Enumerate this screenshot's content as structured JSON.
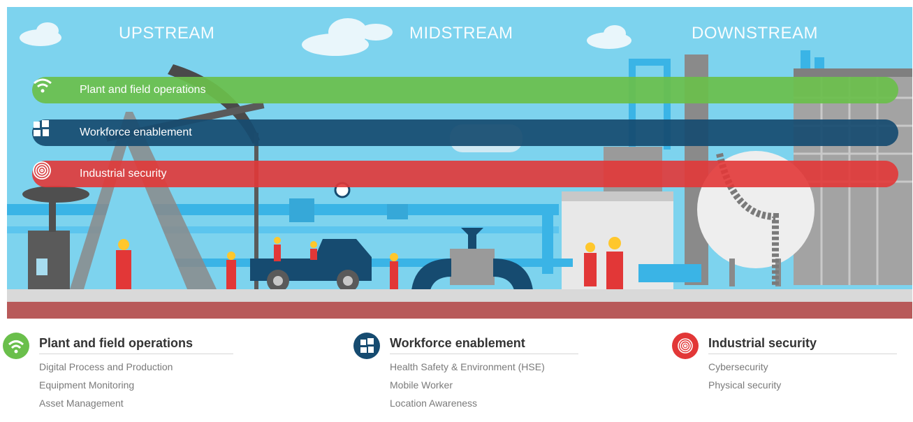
{
  "streams": [
    "UPSTREAM",
    "MIDSTREAM",
    "DOWNSTREAM"
  ],
  "bands": [
    {
      "label": "Plant and field operations",
      "icon": "wifi-icon",
      "color": "#6abf4b"
    },
    {
      "label": "Workforce enablement",
      "icon": "workforce-icon",
      "color": "#164b70"
    },
    {
      "label": "Industrial security",
      "icon": "fingerprint-icon",
      "color": "#e23737"
    }
  ],
  "legend": [
    {
      "title": "Plant and field operations",
      "icon": "wifi-icon",
      "color": "#6abf4b",
      "items": [
        "Digital Process and Production",
        "Equipment Monitoring",
        "Asset Management"
      ]
    },
    {
      "title": "Workforce enablement",
      "icon": "workforce-icon",
      "color": "#164b70",
      "items": [
        "Health Safety & Environment (HSE)",
        "Mobile Worker",
        "Location Awareness"
      ]
    },
    {
      "title": "Industrial security",
      "icon": "fingerprint-icon",
      "color": "#e23737",
      "items": [
        "Cybersecurity",
        "Physical security"
      ]
    }
  ],
  "colors": {
    "sky": "#7dd3ee",
    "ground": "#b85a5a",
    "pipe": "#3ab4e6"
  }
}
